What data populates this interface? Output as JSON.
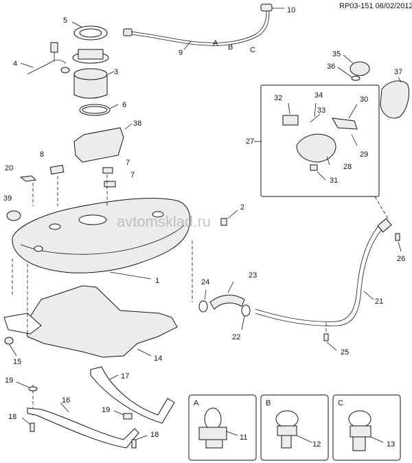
{
  "header": {
    "reference": "RP03-151 06/02/2012"
  },
  "watermark": "avtomsklad.ru",
  "labels": {
    "n1": "1",
    "n2": "2",
    "n3": "3",
    "n4": "4",
    "n5": "5",
    "n6": "6",
    "n7a": "7",
    "n7b": "7",
    "n8": "8",
    "n9": "9",
    "n10": "10",
    "n11": "11",
    "n12": "12",
    "n13": "13",
    "n14": "14",
    "n15": "15",
    "n16": "16",
    "n17": "17",
    "n18a": "18",
    "n18b": "18",
    "n19a": "19",
    "n19b": "19",
    "n20": "20",
    "n21": "21",
    "n22": "22",
    "n23": "23",
    "n24": "24",
    "n25": "25",
    "n26": "26",
    "n27": "27",
    "n28": "28",
    "n29": "29",
    "n30": "30",
    "n31": "31",
    "n32": "32",
    "n33": "33",
    "n34": "34",
    "n35": "35",
    "n36": "36",
    "n37": "37",
    "n38": "38",
    "n39": "39"
  },
  "line_markers": {
    "a": "A",
    "b": "B",
    "c": "C"
  },
  "inset_boxes": [
    {
      "letter": "A",
      "part": "11"
    },
    {
      "letter": "B",
      "part": "12"
    },
    {
      "letter": "C",
      "part": "13"
    }
  ]
}
